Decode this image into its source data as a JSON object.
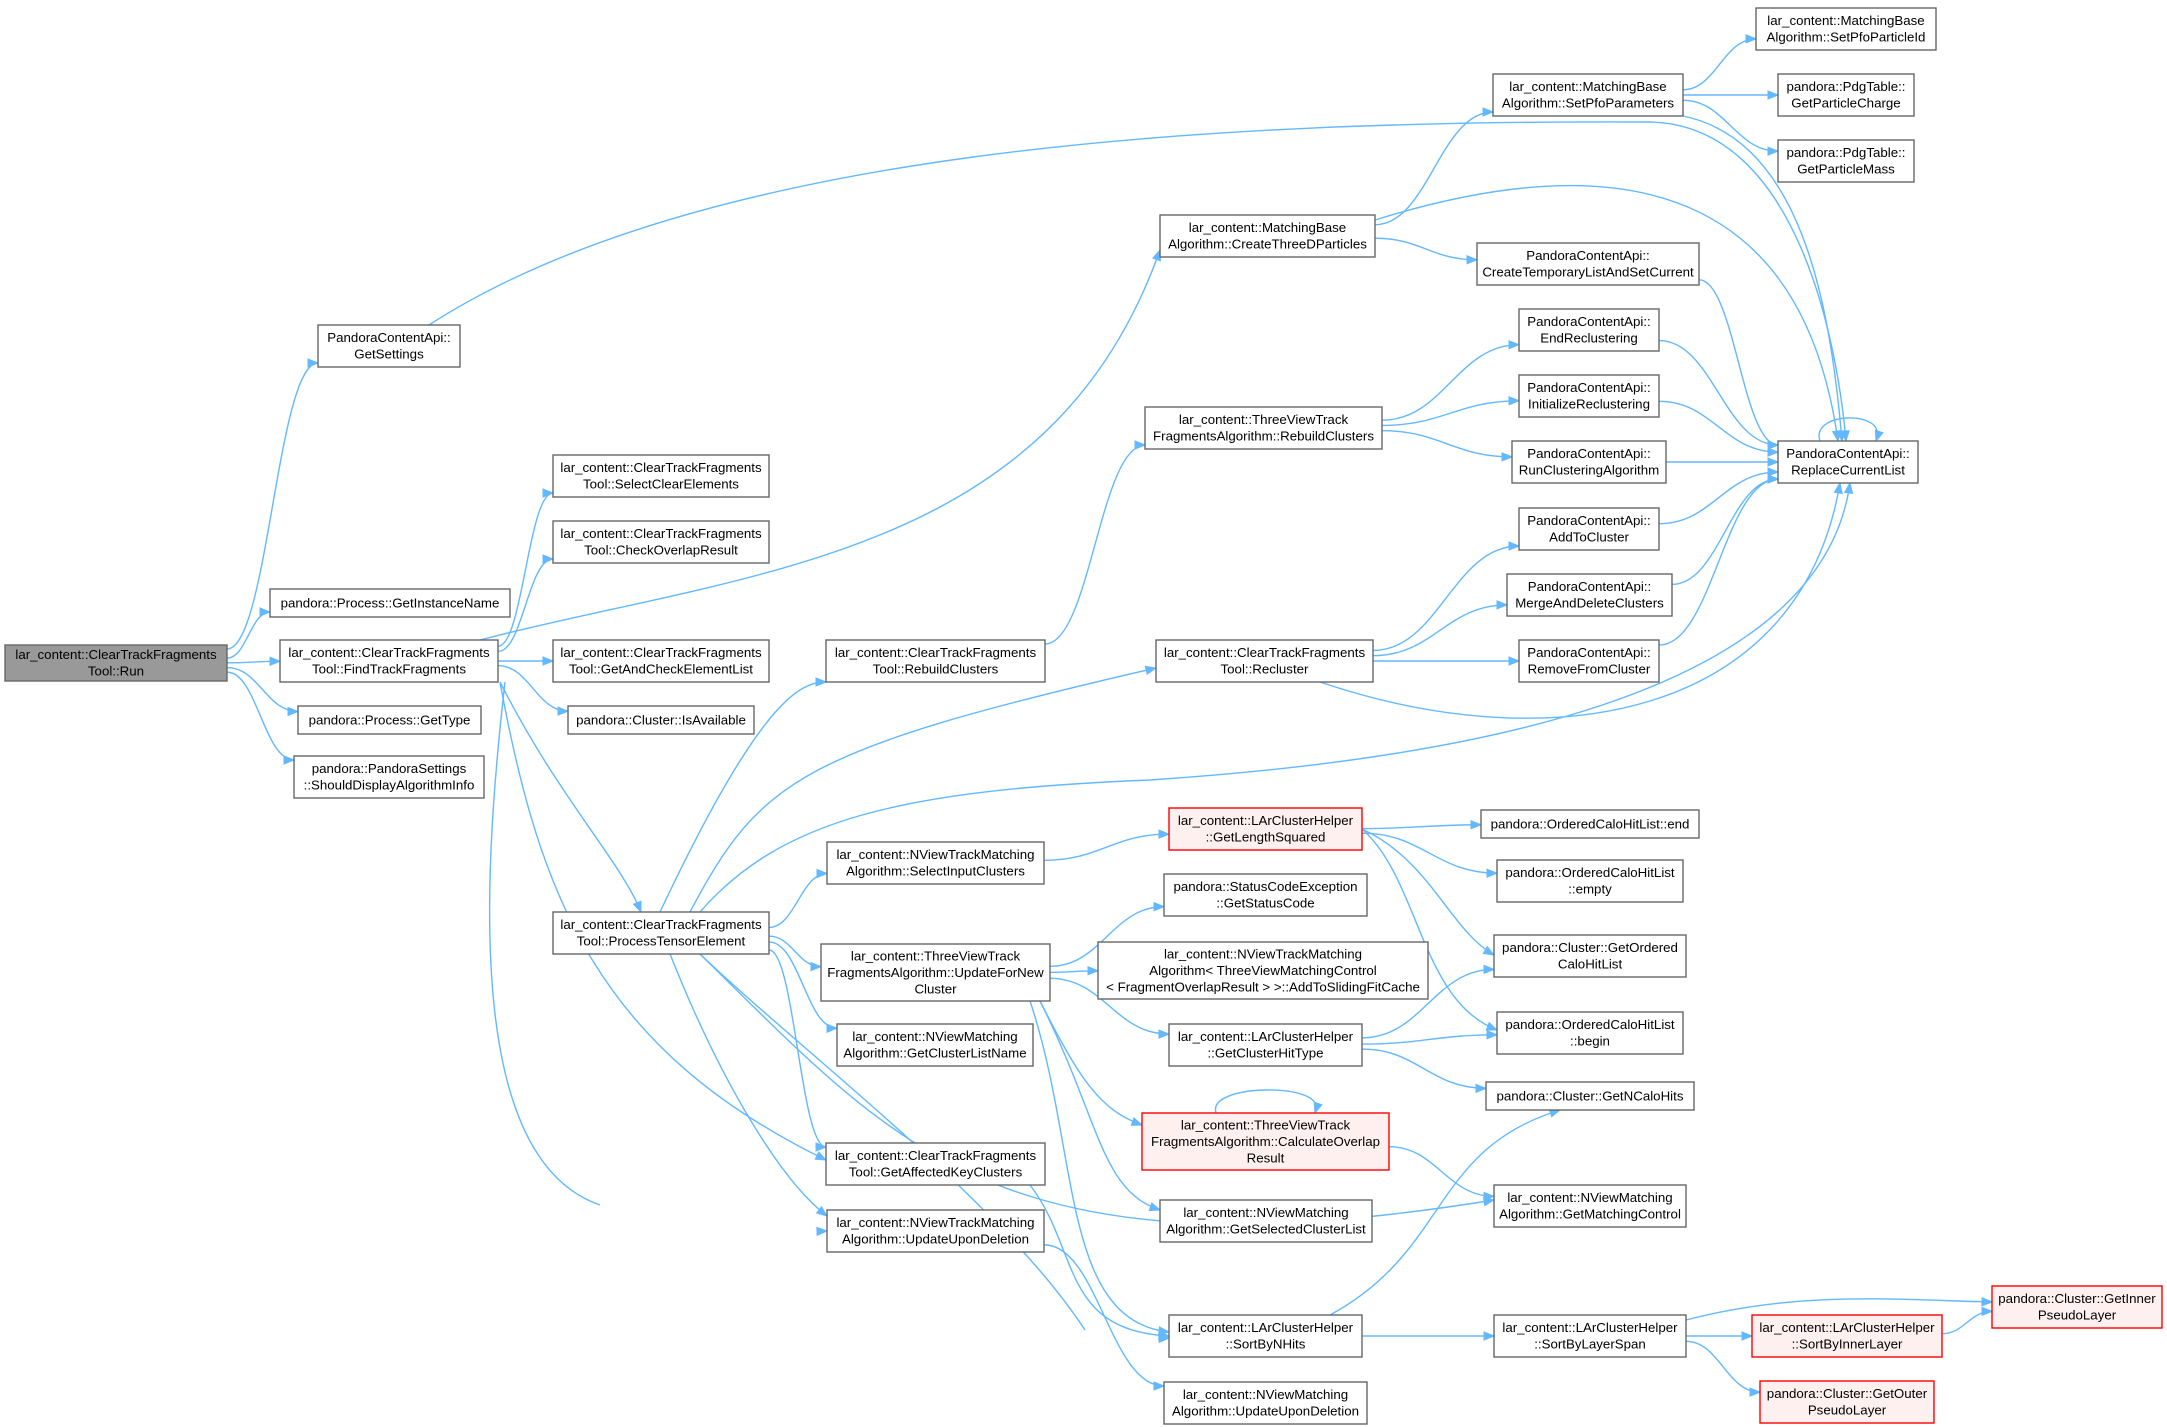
{
  "colors": {
    "edge": "#63b8ff",
    "node_border": "#666666",
    "node_fill": "#ffffff",
    "root_fill": "#999999",
    "root_border": "#666666",
    "red_fill": "#fff0f0",
    "red_border": "#ff0000"
  },
  "nodes": [
    {
      "id": "root",
      "kind": "root",
      "lines": [
        "lar_content::ClearTrackFragments",
        "Tool::Run"
      ]
    },
    {
      "id": "getSettings",
      "kind": "normal",
      "lines": [
        "PandoraContentApi::",
        "GetSettings"
      ]
    },
    {
      "id": "getInstanceName",
      "kind": "normal",
      "lines": [
        "pandora::Process::GetInstanceName"
      ]
    },
    {
      "id": "findTrackFragments",
      "kind": "normal",
      "lines": [
        "lar_content::ClearTrackFragments",
        "Tool::FindTrackFragments"
      ]
    },
    {
      "id": "getType",
      "kind": "normal",
      "lines": [
        "pandora::Process::GetType"
      ]
    },
    {
      "id": "shouldDisplay",
      "kind": "normal",
      "lines": [
        "pandora::PandoraSettings",
        "::ShouldDisplayAlgorithmInfo"
      ]
    },
    {
      "id": "selectClearElements",
      "kind": "normal",
      "lines": [
        "lar_content::ClearTrackFragments",
        "Tool::SelectClearElements"
      ]
    },
    {
      "id": "checkOverlapResult",
      "kind": "normal",
      "lines": [
        "lar_content::ClearTrackFragments",
        "Tool::CheckOverlapResult"
      ]
    },
    {
      "id": "getAndCheckElementList",
      "kind": "normal",
      "lines": [
        "lar_content::ClearTrackFragments",
        "Tool::GetAndCheckElementList"
      ]
    },
    {
      "id": "isAvailable",
      "kind": "normal",
      "lines": [
        "pandora::Cluster::IsAvailable"
      ]
    },
    {
      "id": "processTensorElement",
      "kind": "normal",
      "lines": [
        "lar_content::ClearTrackFragments",
        "Tool::ProcessTensorElement"
      ]
    },
    {
      "id": "ctfRebuildClusters",
      "kind": "normal",
      "lines": [
        "lar_content::ClearTrackFragments",
        "Tool::RebuildClusters"
      ]
    },
    {
      "id": "selectInputClusters",
      "kind": "normal",
      "lines": [
        "lar_content::NViewTrackMatching",
        "Algorithm::SelectInputClusters"
      ]
    },
    {
      "id": "updateForNewCluster",
      "kind": "normal",
      "lines": [
        "lar_content::ThreeViewTrack",
        "FragmentsAlgorithm::UpdateForNew",
        "Cluster"
      ]
    },
    {
      "id": "getClusterListName",
      "kind": "normal",
      "lines": [
        "lar_content::NViewMatching",
        "Algorithm::GetClusterListName"
      ]
    },
    {
      "id": "getAffectedKeyClusters",
      "kind": "normal",
      "lines": [
        "lar_content::ClearTrackFragments",
        "Tool::GetAffectedKeyClusters"
      ]
    },
    {
      "id": "nvtmUpdateUponDeletion",
      "kind": "normal",
      "lines": [
        "lar_content::NViewTrackMatching",
        "Algorithm::UpdateUponDeletion"
      ]
    },
    {
      "id": "createThreeDParticles",
      "kind": "normal",
      "lines": [
        "lar_content::MatchingBase",
        "Algorithm::CreateThreeDParticles"
      ]
    },
    {
      "id": "tvRebuildClusters",
      "kind": "normal",
      "lines": [
        "lar_content::ThreeViewTrack",
        "FragmentsAlgorithm::RebuildClusters"
      ]
    },
    {
      "id": "recluster",
      "kind": "normal",
      "lines": [
        "lar_content::ClearTrackFragments",
        "Tool::Recluster"
      ]
    },
    {
      "id": "getLengthSquared",
      "kind": "red",
      "lines": [
        "lar_content::LArClusterHelper",
        "::GetLengthSquared"
      ]
    },
    {
      "id": "getStatusCode",
      "kind": "normal",
      "lines": [
        "pandora::StatusCodeException",
        "::GetStatusCode"
      ]
    },
    {
      "id": "addToSlidingFitCache",
      "kind": "normal",
      "lines": [
        "lar_content::NViewTrackMatching",
        "Algorithm< ThreeViewMatchingControl",
        "< FragmentOverlapResult > >::AddToSlidingFitCache"
      ]
    },
    {
      "id": "getClusterHitType",
      "kind": "normal",
      "lines": [
        "lar_content::LArClusterHelper",
        "::GetClusterHitType"
      ]
    },
    {
      "id": "calculateOverlapResult",
      "kind": "red",
      "lines": [
        "lar_content::ThreeViewTrack",
        "FragmentsAlgorithm::CalculateOverlap",
        "Result"
      ]
    },
    {
      "id": "getSelectedClusterList",
      "kind": "normal",
      "lines": [
        "lar_content::NViewMatching",
        "Algorithm::GetSelectedClusterList"
      ]
    },
    {
      "id": "sortByNHits",
      "kind": "normal",
      "lines": [
        "lar_content::LArClusterHelper",
        "::SortByNHits"
      ]
    },
    {
      "id": "nvmUpdateUponDeletion",
      "kind": "normal",
      "lines": [
        "lar_content::NViewMatching",
        "Algorithm::UpdateUponDeletion"
      ]
    },
    {
      "id": "setPfoParameters",
      "kind": "normal",
      "lines": [
        "lar_content::MatchingBase",
        "Algorithm::SetPfoParameters"
      ]
    },
    {
      "id": "createTemporaryList",
      "kind": "normal",
      "lines": [
        "PandoraContentApi::",
        "CreateTemporaryListAndSetCurrent"
      ]
    },
    {
      "id": "endReclustering",
      "kind": "normal",
      "lines": [
        "PandoraContentApi::",
        "EndReclustering"
      ]
    },
    {
      "id": "initializeReclustering",
      "kind": "normal",
      "lines": [
        "PandoraContentApi::",
        "InitializeReclustering"
      ]
    },
    {
      "id": "runClusteringAlgorithm",
      "kind": "normal",
      "lines": [
        "PandoraContentApi::",
        "RunClusteringAlgorithm"
      ]
    },
    {
      "id": "addToCluster",
      "kind": "normal",
      "lines": [
        "PandoraContentApi::",
        "AddToCluster"
      ]
    },
    {
      "id": "mergeAndDeleteClusters",
      "kind": "normal",
      "lines": [
        "PandoraContentApi::",
        "MergeAndDeleteClusters"
      ]
    },
    {
      "id": "removeFromCluster",
      "kind": "normal",
      "lines": [
        "PandoraContentApi::",
        "RemoveFromCluster"
      ]
    },
    {
      "id": "hitListEnd",
      "kind": "normal",
      "lines": [
        "pandora::OrderedCaloHitList::end"
      ]
    },
    {
      "id": "hitListEmpty",
      "kind": "normal",
      "lines": [
        "pandora::OrderedCaloHitList",
        "::empty"
      ]
    },
    {
      "id": "getOrderedCaloHitList",
      "kind": "normal",
      "lines": [
        "pandora::Cluster::GetOrdered",
        "CaloHitList"
      ]
    },
    {
      "id": "hitListBegin",
      "kind": "normal",
      "lines": [
        "pandora::OrderedCaloHitList",
        "::begin"
      ]
    },
    {
      "id": "getNCaloHits",
      "kind": "normal",
      "lines": [
        "pandora::Cluster::GetNCaloHits"
      ]
    },
    {
      "id": "getMatchingControl",
      "kind": "normal",
      "lines": [
        "lar_content::NViewMatching",
        "Algorithm::GetMatchingControl"
      ]
    },
    {
      "id": "sortByLayerSpan",
      "kind": "normal",
      "lines": [
        "lar_content::LArClusterHelper",
        "::SortByLayerSpan"
      ]
    },
    {
      "id": "setPfoParticleId",
      "kind": "normal",
      "lines": [
        "lar_content::MatchingBase",
        "Algorithm::SetPfoParticleId"
      ]
    },
    {
      "id": "getParticleCharge",
      "kind": "normal",
      "lines": [
        "pandora::PdgTable::",
        "GetParticleCharge"
      ]
    },
    {
      "id": "getParticleMass",
      "kind": "normal",
      "lines": [
        "pandora::PdgTable::",
        "GetParticleMass"
      ]
    },
    {
      "id": "replaceCurrentList",
      "kind": "normal",
      "lines": [
        "PandoraContentApi::",
        "ReplaceCurrentList"
      ]
    },
    {
      "id": "sortByInnerLayer",
      "kind": "red",
      "lines": [
        "lar_content::LArClusterHelper",
        "::SortByInnerLayer"
      ]
    },
    {
      "id": "getOuterPseudoLayer",
      "kind": "red",
      "lines": [
        "pandora::Cluster::GetOuter",
        "PseudoLayer"
      ]
    },
    {
      "id": "getInnerPseudoLayer",
      "kind": "red",
      "lines": [
        "pandora::Cluster::GetInner",
        "PseudoLayer"
      ]
    }
  ],
  "edges": [
    [
      "root",
      "getSettings"
    ],
    [
      "root",
      "getInstanceName"
    ],
    [
      "root",
      "findTrackFragments"
    ],
    [
      "root",
      "getType"
    ],
    [
      "root",
      "shouldDisplay"
    ],
    [
      "getSettings",
      "replaceCurrentList"
    ],
    [
      "findTrackFragments",
      "selectClearElements"
    ],
    [
      "findTrackFragments",
      "checkOverlapResult"
    ],
    [
      "findTrackFragments",
      "getAndCheckElementList"
    ],
    [
      "findTrackFragments",
      "isAvailable"
    ],
    [
      "findTrackFragments",
      "processTensorElement"
    ],
    [
      "findTrackFragments",
      "createThreeDParticles"
    ],
    [
      "findTrackFragments",
      "getAffectedKeyClusters"
    ],
    [
      "findTrackFragments",
      "nvtmUpdateUponDeletion"
    ],
    [
      "processTensorElement",
      "ctfRebuildClusters"
    ],
    [
      "processTensorElement",
      "selectInputClusters"
    ],
    [
      "processTensorElement",
      "updateForNewCluster"
    ],
    [
      "processTensorElement",
      "getClusterListName"
    ],
    [
      "processTensorElement",
      "getAffectedKeyClusters"
    ],
    [
      "processTensorElement",
      "nvtmUpdateUponDeletion"
    ],
    [
      "processTensorElement",
      "recluster"
    ],
    [
      "processTensorElement",
      "replaceCurrentList"
    ],
    [
      "processTensorElement",
      "sortByNHits"
    ],
    [
      "processTensorElement",
      "getMatchingControl"
    ],
    [
      "ctfRebuildClusters",
      "tvRebuildClusters"
    ],
    [
      "selectInputClusters",
      "getLengthSquared"
    ],
    [
      "updateForNewCluster",
      "getStatusCode"
    ],
    [
      "updateForNewCluster",
      "addToSlidingFitCache"
    ],
    [
      "updateForNewCluster",
      "getClusterHitType"
    ],
    [
      "updateForNewCluster",
      "calculateOverlapResult"
    ],
    [
      "updateForNewCluster",
      "getSelectedClusterList"
    ],
    [
      "updateForNewCluster",
      "sortByNHits"
    ],
    [
      "getAffectedKeyClusters",
      "sortByNHits"
    ],
    [
      "nvtmUpdateUponDeletion",
      "nvmUpdateUponDeletion"
    ],
    [
      "createThreeDParticles",
      "setPfoParameters"
    ],
    [
      "createThreeDParticles",
      "createTemporaryList"
    ],
    [
      "createThreeDParticles",
      "replaceCurrentList"
    ],
    [
      "tvRebuildClusters",
      "endReclustering"
    ],
    [
      "tvRebuildClusters",
      "initializeReclustering"
    ],
    [
      "tvRebuildClusters",
      "runClusteringAlgorithm"
    ],
    [
      "recluster",
      "addToCluster"
    ],
    [
      "recluster",
      "mergeAndDeleteClusters"
    ],
    [
      "recluster",
      "removeFromCluster"
    ],
    [
      "recluster",
      "replaceCurrentList"
    ],
    [
      "setPfoParameters",
      "setPfoParticleId"
    ],
    [
      "setPfoParameters",
      "getParticleCharge"
    ],
    [
      "setPfoParameters",
      "getParticleMass"
    ],
    [
      "setPfoParameters",
      "replaceCurrentList"
    ],
    [
      "createTemporaryList",
      "replaceCurrentList"
    ],
    [
      "endReclustering",
      "replaceCurrentList"
    ],
    [
      "initializeReclustering",
      "replaceCurrentList"
    ],
    [
      "runClusteringAlgorithm",
      "replaceCurrentList"
    ],
    [
      "addToCluster",
      "replaceCurrentList"
    ],
    [
      "mergeAndDeleteClusters",
      "replaceCurrentList"
    ],
    [
      "removeFromCluster",
      "replaceCurrentList"
    ],
    [
      "replaceCurrentList",
      "replaceCurrentList"
    ],
    [
      "getLengthSquared",
      "hitListEnd"
    ],
    [
      "getLengthSquared",
      "hitListEmpty"
    ],
    [
      "getLengthSquared",
      "getOrderedCaloHitList"
    ],
    [
      "getLengthSquared",
      "hitListBegin"
    ],
    [
      "getClusterHitType",
      "getOrderedCaloHitList"
    ],
    [
      "getClusterHitType",
      "hitListBegin"
    ],
    [
      "getClusterHitType",
      "getNCaloHits"
    ],
    [
      "calculateOverlapResult",
      "calculateOverlapResult"
    ],
    [
      "calculateOverlapResult",
      "getMatchingControl"
    ],
    [
      "sortByNHits",
      "getNCaloHits"
    ],
    [
      "sortByNHits",
      "sortByLayerSpan"
    ],
    [
      "sortByLayerSpan",
      "sortByInnerLayer"
    ],
    [
      "sortByLayerSpan",
      "getOuterPseudoLayer"
    ],
    [
      "sortByLayerSpan",
      "getInnerPseudoLayer"
    ],
    [
      "sortByInnerLayer",
      "getInnerPseudoLayer"
    ]
  ]
}
